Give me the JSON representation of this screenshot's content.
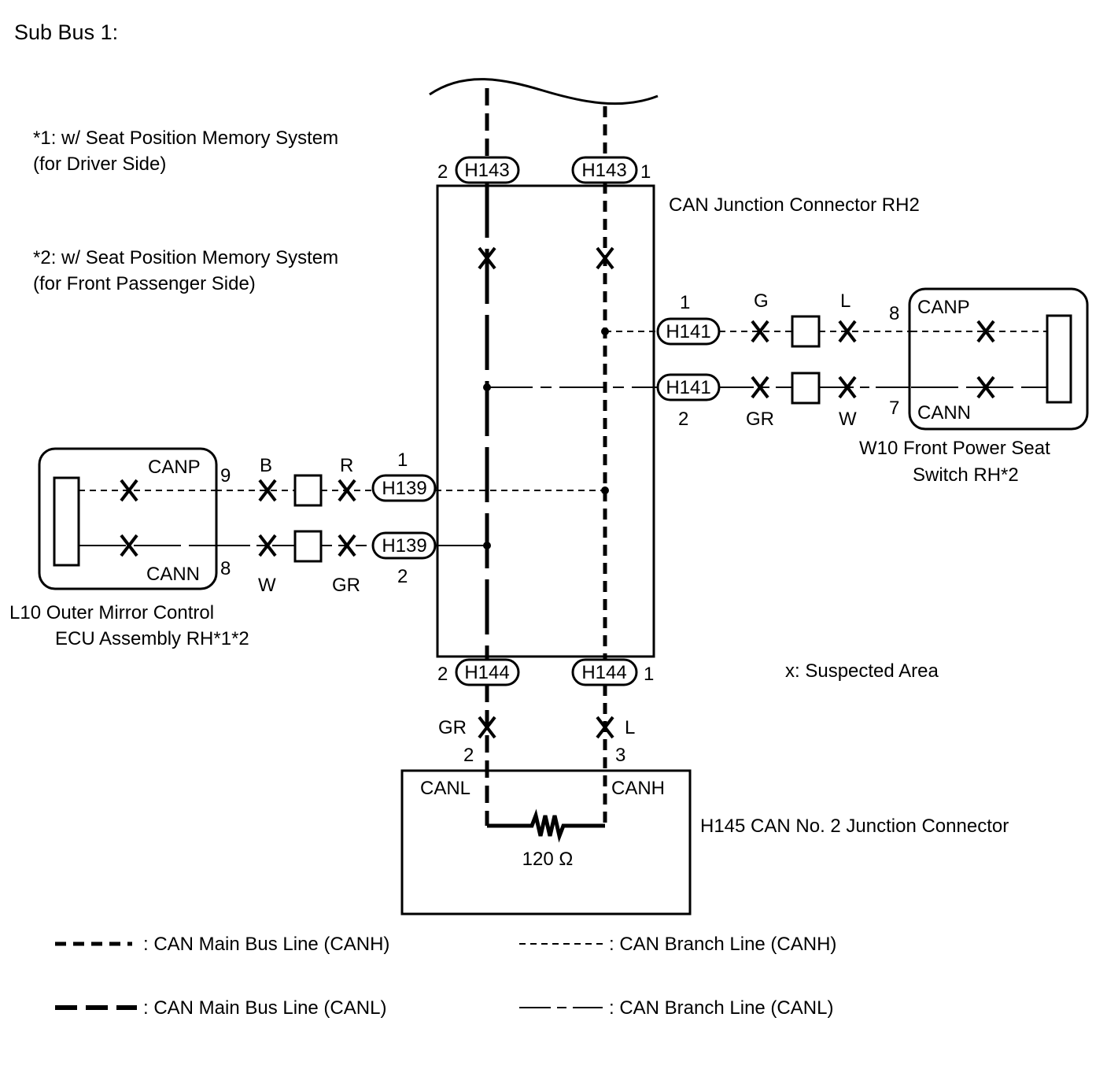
{
  "title": "Sub Bus 1:",
  "notes": {
    "note1_line1": "*1: w/ Seat Position Memory System",
    "note1_line2": "(for Driver Side)",
    "note2_line1": "*2: w/ Seat Position Memory System",
    "note2_line2": "(for Front Passenger Side)"
  },
  "junction_rh2": {
    "label": "CAN Junction Connector RH2",
    "top_connector": "H143",
    "top_pin_left": "2",
    "top_pin_right": "1",
    "bottom_connector": "H144",
    "bottom_pin_left": "2",
    "bottom_pin_right": "1"
  },
  "right_device": {
    "connector": "H141",
    "pin_top": "1",
    "pin_bottom": "2",
    "wire_top_1": "G",
    "wire_top_2": "L",
    "wire_bottom_1": "GR",
    "wire_bottom_2": "W",
    "device_pin_top": "8",
    "device_pin_bottom": "7",
    "canp": "CANP",
    "cann": "CANN",
    "name_line1": "W10  Front Power Seat",
    "name_line2": "Switch RH*2"
  },
  "left_device": {
    "connector": "H139",
    "pin_top": "1",
    "pin_bottom": "2",
    "wire_top_1": "B",
    "wire_top_2": "R",
    "wire_bottom_1": "W",
    "wire_bottom_2": "GR",
    "device_pin_top": "9",
    "device_pin_bottom": "8",
    "canp": "CANP",
    "cann": "CANN",
    "name_line1": "L10  Outer Mirror Control",
    "name_line2": "ECU Assembly RH*1*2"
  },
  "suspected_area": "x: Suspected Area",
  "junction_h145": {
    "wire_left": "GR",
    "wire_right": "L",
    "pin_left": "2",
    "pin_right": "3",
    "canl": "CANL",
    "canh": "CANH",
    "resistor": "120 Ω",
    "label": "H145  CAN No. 2 Junction Connector"
  },
  "legend": {
    "main_canh": ": CAN Main Bus Line (CANH)",
    "main_canl": ": CAN Main Bus Line (CANL)",
    "branch_canh": ": CAN Branch Line (CANH)",
    "branch_canl": ": CAN Branch Line (CANL)"
  }
}
